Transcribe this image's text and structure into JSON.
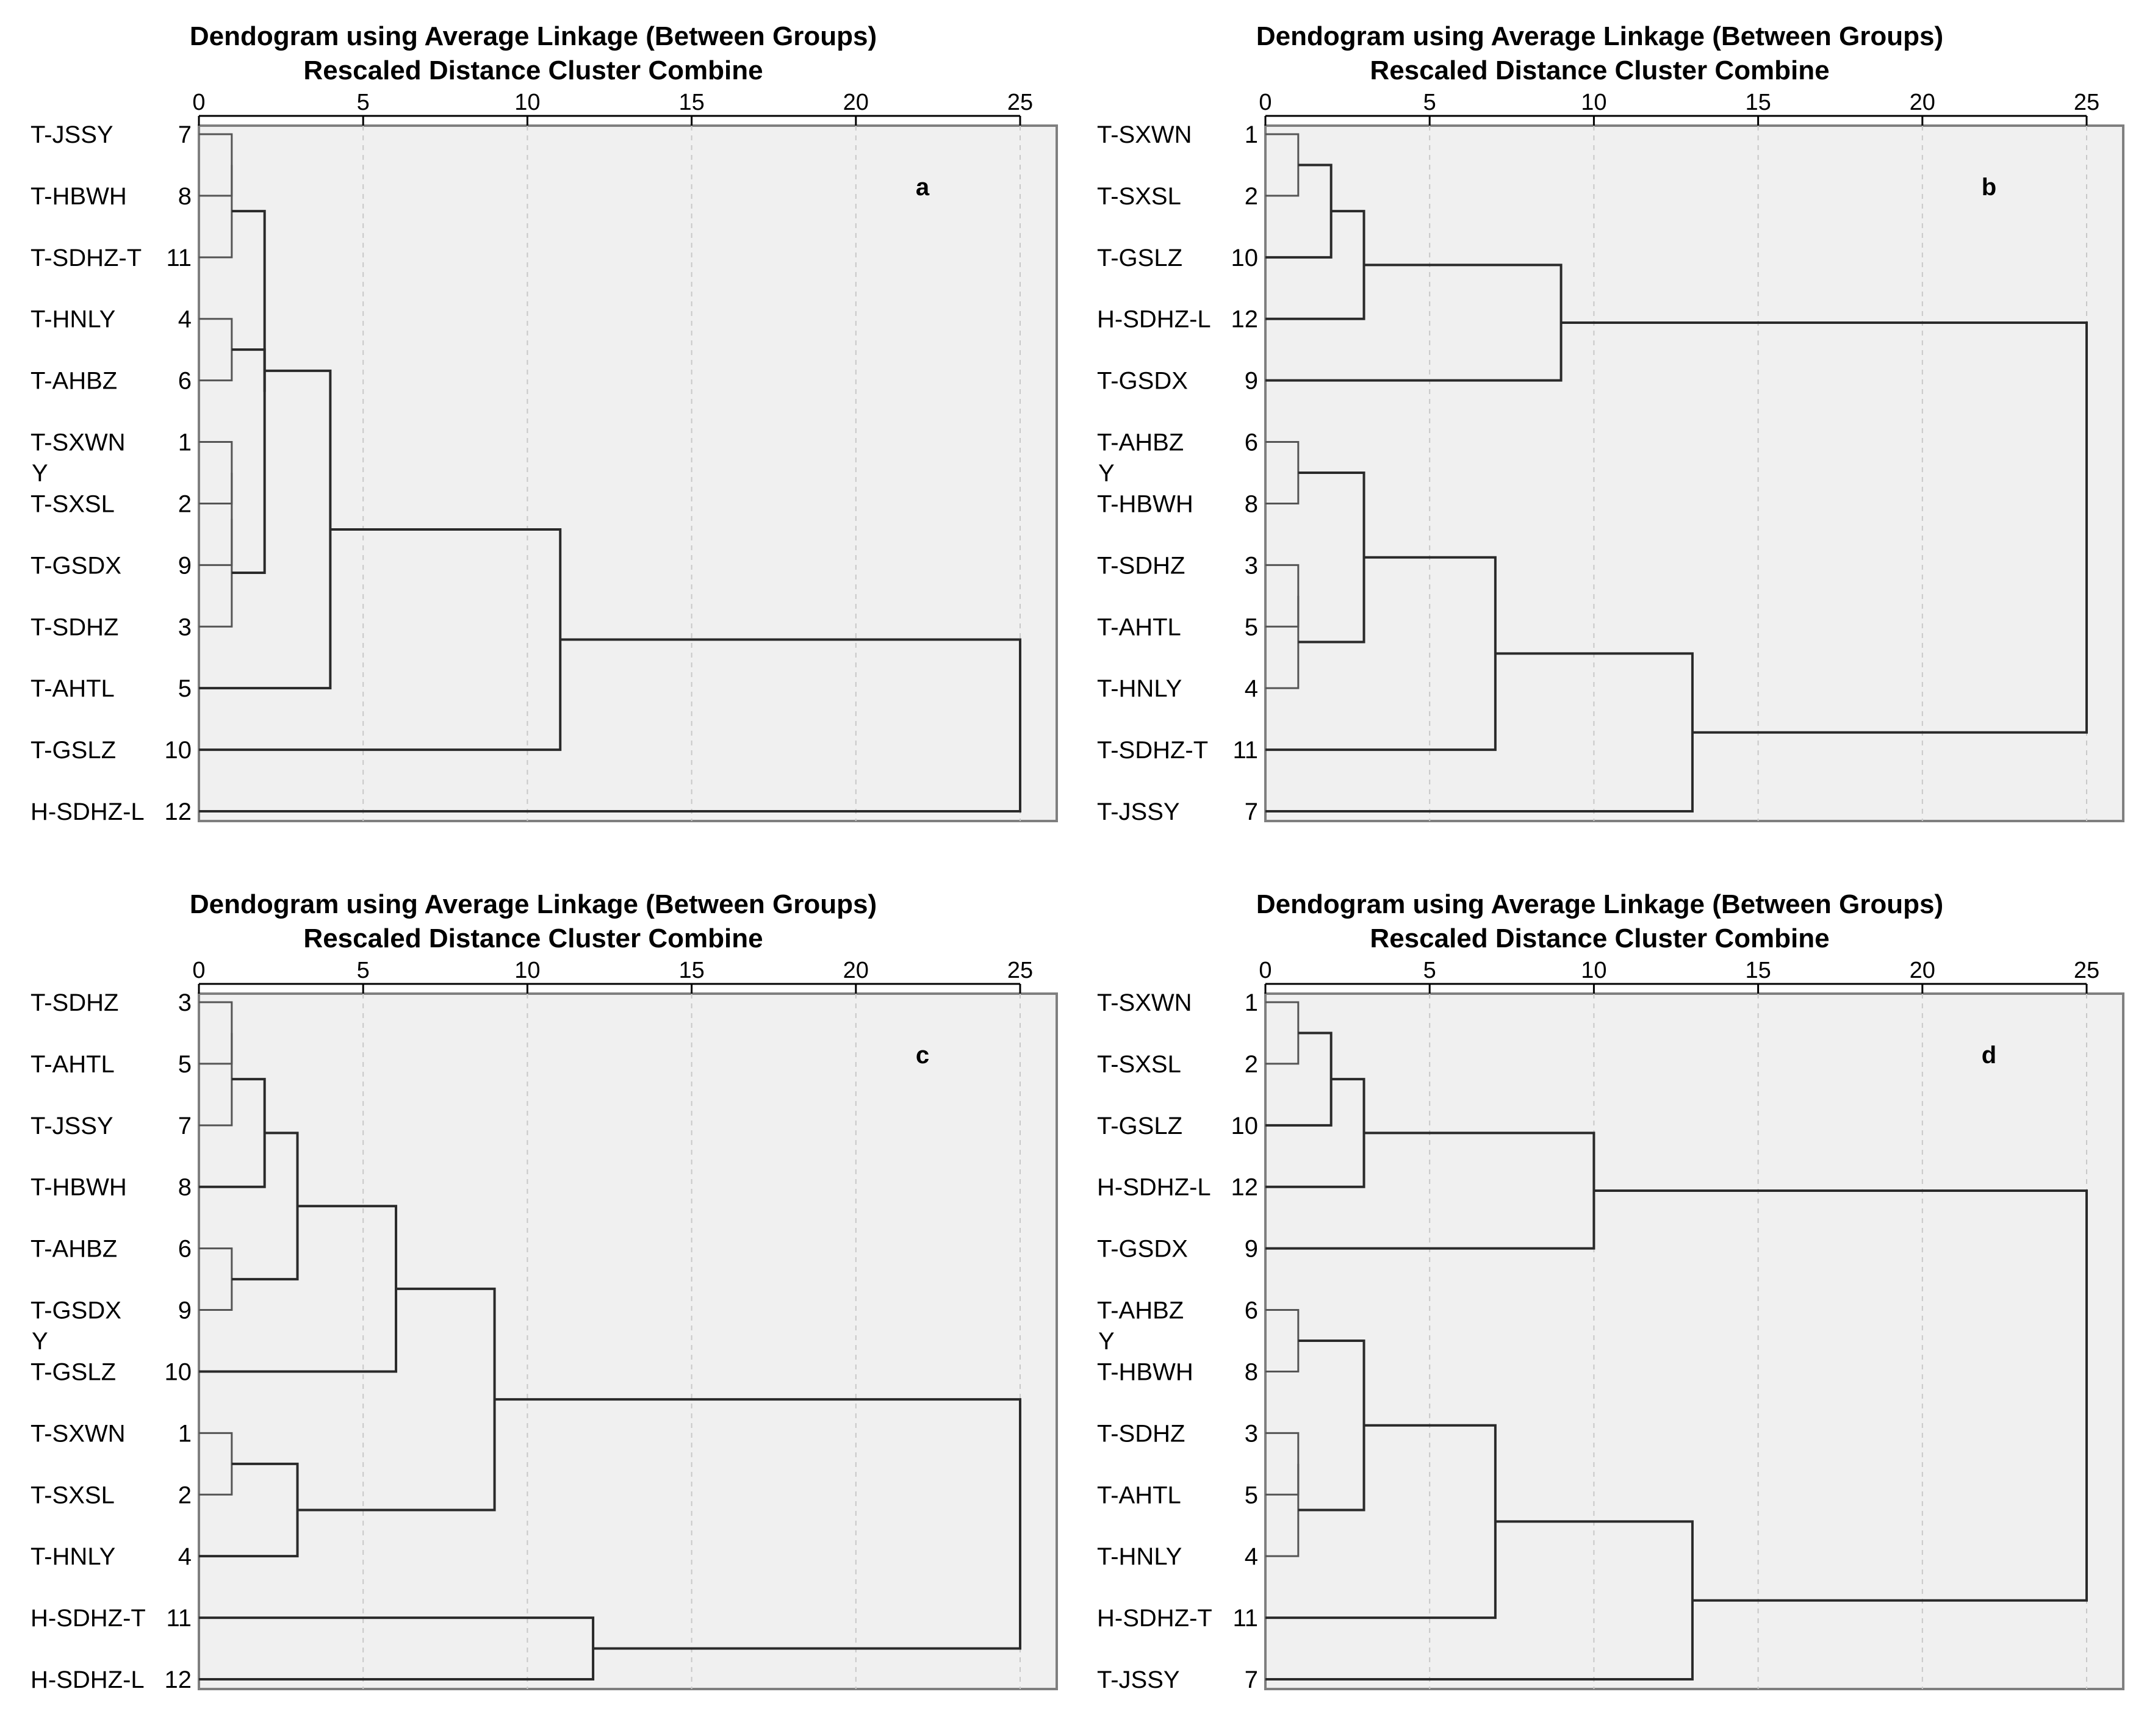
{
  "chart_data": [
    {
      "type": "dendrogram",
      "panel": "a",
      "title": "Dendogram using Average Linkage (Between Groups)",
      "subtitle": "Rescaled Distance Cluster Combine",
      "axis_marker": "Y",
      "xlim": [
        0,
        25
      ],
      "ticks": [
        0,
        5,
        10,
        15,
        20,
        25
      ],
      "leaves": [
        {
          "label": "T-JSSY",
          "num": "7"
        },
        {
          "label": "T-HBWH",
          "num": "8"
        },
        {
          "label": "T-SDHZ-T",
          "num": "11"
        },
        {
          "label": "T-HNLY",
          "num": "4"
        },
        {
          "label": "T-AHBZ",
          "num": "6"
        },
        {
          "label": "T-SXWN",
          "num": "1"
        },
        {
          "label": "T-SXSL",
          "num": "2"
        },
        {
          "label": "T-GSDX",
          "num": "9"
        },
        {
          "label": "T-SDHZ",
          "num": "3"
        },
        {
          "label": "T-AHTL",
          "num": "5"
        },
        {
          "label": "T-GSLZ",
          "num": "10"
        },
        {
          "label": "H-SDHZ-L",
          "num": "12"
        }
      ],
      "merges": [
        {
          "a": "L0",
          "b": "L1",
          "d": 1
        },
        {
          "a": "N0",
          "b": "L2",
          "d": 1
        },
        {
          "a": "L3",
          "b": "L4",
          "d": 1
        },
        {
          "a": "L5",
          "b": "L6",
          "d": 1
        },
        {
          "a": "N3",
          "b": "L7",
          "d": 1
        },
        {
          "a": "N4",
          "b": "L8",
          "d": 1
        },
        {
          "a": "N1",
          "b": "N5",
          "d": 2
        },
        {
          "a": "N6",
          "b": "N2",
          "d": 2
        },
        {
          "a": "N7",
          "b": "L9",
          "d": 4
        },
        {
          "a": "N8",
          "b": "L10",
          "d": 11
        },
        {
          "a": "N9",
          "b": "L11",
          "d": 25
        }
      ]
    },
    {
      "type": "dendrogram",
      "panel": "b",
      "title": "Dendogram using Average Linkage (Between Groups)",
      "subtitle": "Rescaled Distance Cluster Combine",
      "axis_marker": "Y",
      "xlim": [
        0,
        25
      ],
      "ticks": [
        0,
        5,
        10,
        15,
        20,
        25
      ],
      "leaves": [
        {
          "label": "T-SXWN",
          "num": "1"
        },
        {
          "label": "T-SXSL",
          "num": "2"
        },
        {
          "label": "T-GSLZ",
          "num": "10"
        },
        {
          "label": "H-SDHZ-L",
          "num": "12"
        },
        {
          "label": "T-GSDX",
          "num": "9"
        },
        {
          "label": "T-AHBZ",
          "num": "6"
        },
        {
          "label": "T-HBWH",
          "num": "8"
        },
        {
          "label": "T-SDHZ",
          "num": "3"
        },
        {
          "label": "T-AHTL",
          "num": "5"
        },
        {
          "label": "T-HNLY",
          "num": "4"
        },
        {
          "label": "T-SDHZ-T",
          "num": "11"
        },
        {
          "label": "T-JSSY",
          "num": "7"
        }
      ],
      "merges": [
        {
          "a": "L0",
          "b": "L1",
          "d": 1
        },
        {
          "a": "N0",
          "b": "L2",
          "d": 2
        },
        {
          "a": "N1",
          "b": "L3",
          "d": 3
        },
        {
          "a": "N2",
          "b": "L4",
          "d": 9
        },
        {
          "a": "L5",
          "b": "L6",
          "d": 1
        },
        {
          "a": "L7",
          "b": "L8",
          "d": 1
        },
        {
          "a": "N5",
          "b": "L9",
          "d": 1
        },
        {
          "a": "N4",
          "b": "N6",
          "d": 3
        },
        {
          "a": "N7",
          "b": "L10",
          "d": 7
        },
        {
          "a": "N8",
          "b": "L11",
          "d": 13
        },
        {
          "a": "N3",
          "b": "N9",
          "d": 25
        }
      ]
    },
    {
      "type": "dendrogram",
      "panel": "c",
      "title": "Dendogram using Average Linkage (Between Groups)",
      "subtitle": "Rescaled Distance Cluster Combine",
      "axis_marker": "Y",
      "xlim": [
        0,
        25
      ],
      "ticks": [
        0,
        5,
        10,
        15,
        20,
        25
      ],
      "leaves": [
        {
          "label": "T-SDHZ",
          "num": "3"
        },
        {
          "label": "T-AHTL",
          "num": "5"
        },
        {
          "label": "T-JSSY",
          "num": "7"
        },
        {
          "label": "T-HBWH",
          "num": "8"
        },
        {
          "label": "T-AHBZ",
          "num": "6"
        },
        {
          "label": "T-GSDX",
          "num": "9"
        },
        {
          "label": "T-GSLZ",
          "num": "10"
        },
        {
          "label": "T-SXWN",
          "num": "1"
        },
        {
          "label": "T-SXSL",
          "num": "2"
        },
        {
          "label": "T-HNLY",
          "num": "4"
        },
        {
          "label": "H-SDHZ-T",
          "num": "11"
        },
        {
          "label": "H-SDHZ-L",
          "num": "12"
        }
      ],
      "merges": [
        {
          "a": "L0",
          "b": "L1",
          "d": 1
        },
        {
          "a": "N0",
          "b": "L2",
          "d": 1
        },
        {
          "a": "N1",
          "b": "L3",
          "d": 2
        },
        {
          "a": "L4",
          "b": "L5",
          "d": 1
        },
        {
          "a": "N2",
          "b": "N3",
          "d": 3
        },
        {
          "a": "N4",
          "b": "L6",
          "d": 6
        },
        {
          "a": "L7",
          "b": "L8",
          "d": 1
        },
        {
          "a": "N6",
          "b": "L9",
          "d": 3
        },
        {
          "a": "N5",
          "b": "N7",
          "d": 9
        },
        {
          "a": "L10",
          "b": "L11",
          "d": 12
        },
        {
          "a": "N8",
          "b": "N9",
          "d": 25
        }
      ]
    },
    {
      "type": "dendrogram",
      "panel": "d",
      "title": "Dendogram using Average Linkage (Between Groups)",
      "subtitle": "Rescaled Distance Cluster Combine",
      "axis_marker": "Y",
      "xlim": [
        0,
        25
      ],
      "ticks": [
        0,
        5,
        10,
        15,
        20,
        25
      ],
      "leaves": [
        {
          "label": "T-SXWN",
          "num": "1"
        },
        {
          "label": "T-SXSL",
          "num": "2"
        },
        {
          "label": "T-GSLZ",
          "num": "10"
        },
        {
          "label": "H-SDHZ-L",
          "num": "12"
        },
        {
          "label": "T-GSDX",
          "num": "9"
        },
        {
          "label": "T-AHBZ",
          "num": "6"
        },
        {
          "label": "T-HBWH",
          "num": "8"
        },
        {
          "label": "T-SDHZ",
          "num": "3"
        },
        {
          "label": "T-AHTL",
          "num": "5"
        },
        {
          "label": "T-HNLY",
          "num": "4"
        },
        {
          "label": "H-SDHZ-T",
          "num": "11"
        },
        {
          "label": "T-JSSY",
          "num": "7"
        }
      ],
      "merges": [
        {
          "a": "L0",
          "b": "L1",
          "d": 1
        },
        {
          "a": "N0",
          "b": "L2",
          "d": 2
        },
        {
          "a": "N1",
          "b": "L3",
          "d": 3
        },
        {
          "a": "N2",
          "b": "L4",
          "d": 10
        },
        {
          "a": "L5",
          "b": "L6",
          "d": 1
        },
        {
          "a": "L7",
          "b": "L8",
          "d": 1
        },
        {
          "a": "N5",
          "b": "L9",
          "d": 1
        },
        {
          "a": "N4",
          "b": "N6",
          "d": 3
        },
        {
          "a": "N7",
          "b": "L10",
          "d": 7
        },
        {
          "a": "N8",
          "b": "L11",
          "d": 13
        },
        {
          "a": "N3",
          "b": "N9",
          "d": 25
        }
      ]
    }
  ]
}
